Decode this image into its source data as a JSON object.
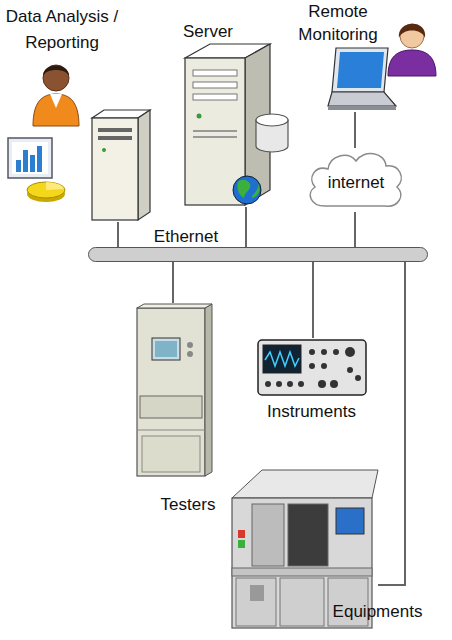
{
  "diagram": {
    "nodes": [
      {
        "text": [
          "Data Analysis / Reporting"
        ]
      },
      {
        "text": [
          "Server"
        ]
      },
      {
        "text": [
          "Remote Monitoring"
        ]
      },
      {
        "text": [
          "internet"
        ]
      },
      {
        "text": [
          "Ethernet"
        ]
      },
      {
        "text": [
          "Testers"
        ]
      },
      {
        "text": [
          "Instruments"
        ]
      },
      {
        "text": [
          "Equipments"
        ]
      }
    ],
    "edges": [
      {
        "from": 0,
        "to": 4,
        "arrow": "none"
      },
      {
        "from": 1,
        "to": 4,
        "arrow": "none"
      },
      {
        "from": 2,
        "to": 3,
        "arrow": "none"
      },
      {
        "from": 3,
        "to": 4,
        "arrow": "none"
      },
      {
        "from": 5,
        "to": 4,
        "arrow": "none"
      },
      {
        "from": 6,
        "to": 4,
        "arrow": "none"
      },
      {
        "from": 7,
        "to": 4,
        "arrow": "none"
      }
    ]
  }
}
